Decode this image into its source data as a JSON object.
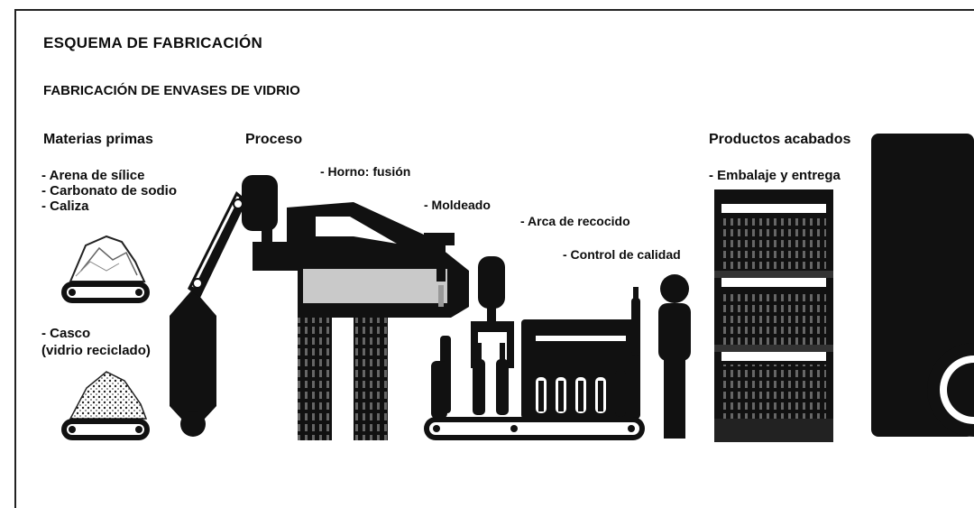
{
  "title": "ESQUEMA DE FABRICACIÓN",
  "subtitle": "FABRICACIÓN DE ENVASES DE VIDRIO",
  "columns": {
    "raw_materials": {
      "heading": "Materias primas",
      "items": [
        "- Arena de sílice",
        "- Carbonato de sodio",
        "- Caliza"
      ],
      "cullet_line1": "- Casco",
      "cullet_line2": "(vidrio reciclado)"
    },
    "process": {
      "heading": "Proceso",
      "steps": {
        "furnace": "- Horno: fusión",
        "molding": "- Moldeado",
        "annealing": "- Arca de recocido",
        "quality": "- Control de calidad"
      }
    },
    "finished": {
      "heading": "Productos acabados",
      "items": [
        "- Embalaje y entrega"
      ]
    }
  },
  "colors": {
    "ink": "#111111",
    "frame": "#222222",
    "glass": "#bdbdbd"
  }
}
